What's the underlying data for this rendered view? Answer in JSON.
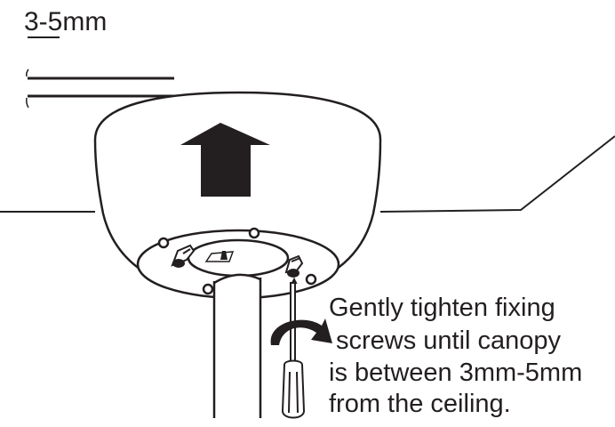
{
  "gap_label": "3-5mm",
  "instructions": {
    "lines": [
      "Gently tighten fixing",
      "screws until canopy",
      "is between 3mm-5mm",
      "from the ceiling."
    ]
  },
  "colors": {
    "ink": "#231f20",
    "background": "#ffffff"
  },
  "icons": [
    "up-arrow-icon",
    "rotate-clockwise-arrow-icon",
    "screwdriver-icon"
  ]
}
